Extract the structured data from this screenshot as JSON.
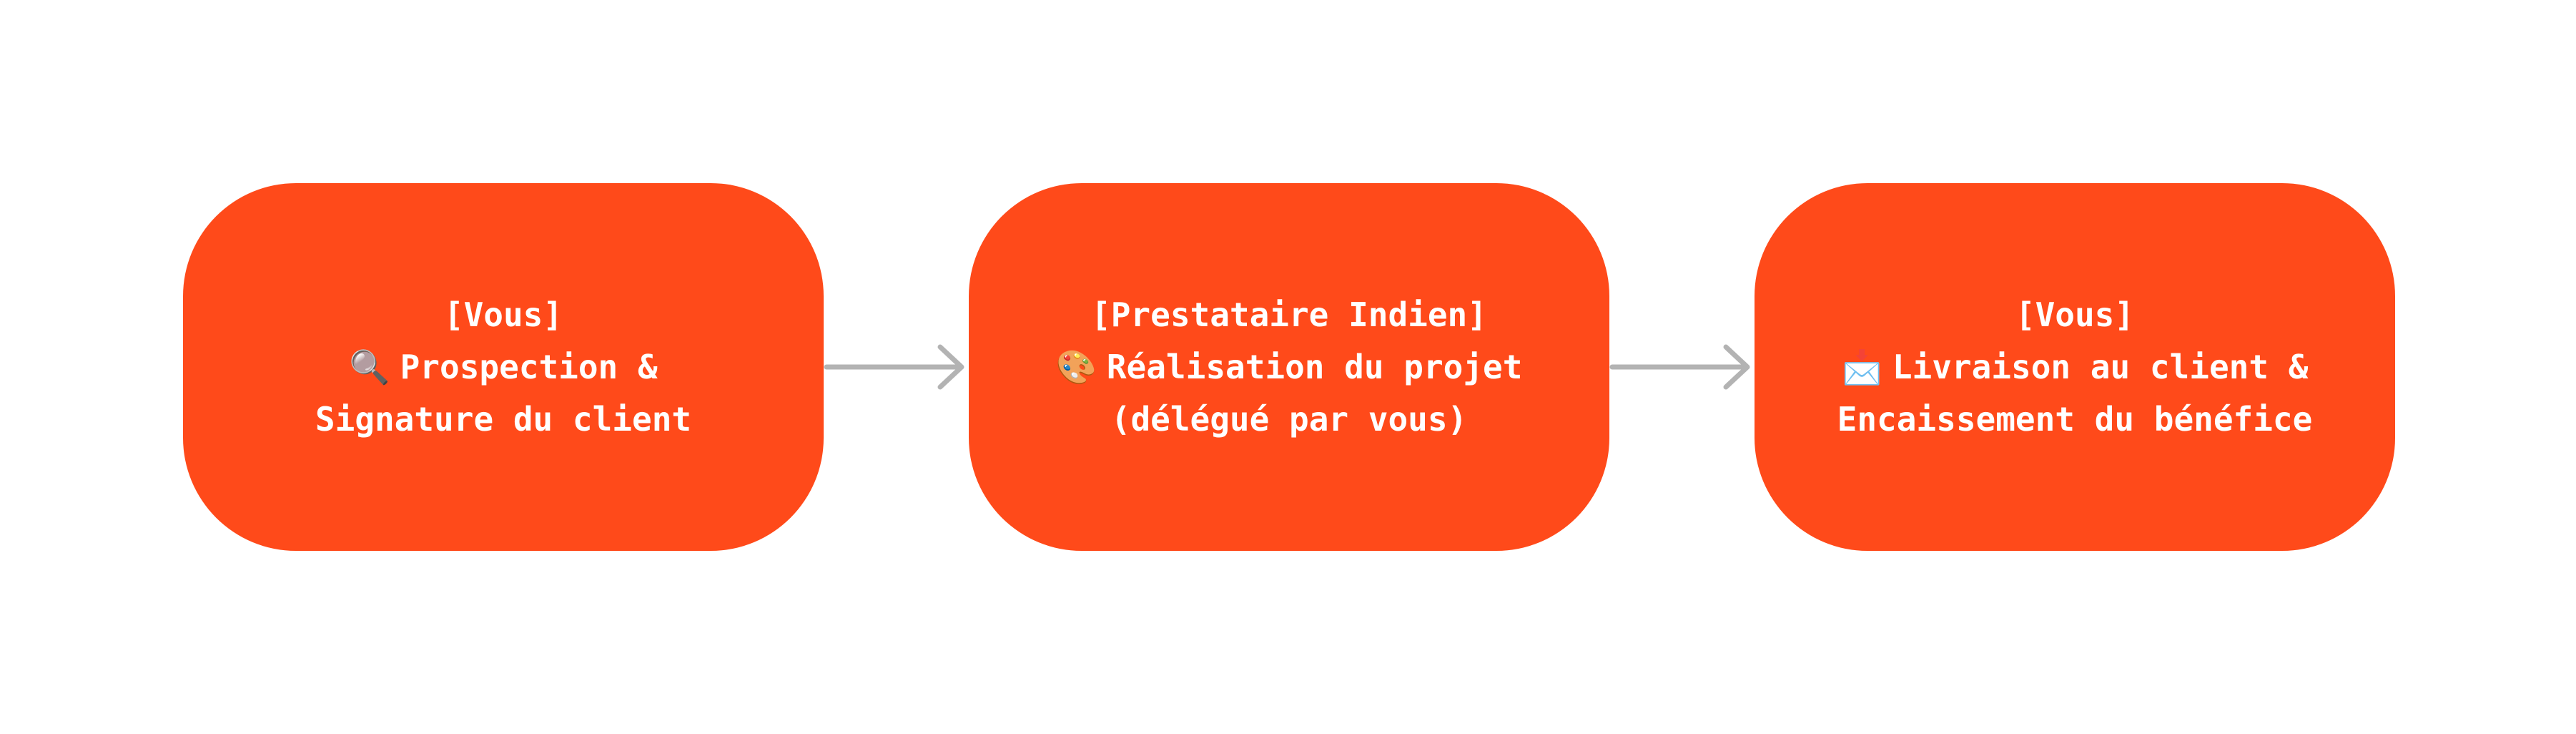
{
  "colors": {
    "node_fill": "#FF4A1A",
    "node_text": "#FFFFFF",
    "connector": "#B3B3B3",
    "background": "#FFFFFF"
  },
  "nodes": [
    {
      "role": "[Vous]",
      "icon": "magnifier-icon",
      "icon_glyph": "🔍",
      "line1": "Prospection &",
      "line2": "Signature du client"
    },
    {
      "role": "[Prestataire Indien]",
      "icon": "palette-icon",
      "icon_glyph": "🎨",
      "line1": "Réalisation du projet",
      "line2": "(délégué par vous)"
    },
    {
      "role": "[Vous]",
      "icon": "envelope-icon",
      "icon_glyph": "📩",
      "line1": "Livraison au client &",
      "line2": "Encaissement du bénéfice"
    }
  ]
}
